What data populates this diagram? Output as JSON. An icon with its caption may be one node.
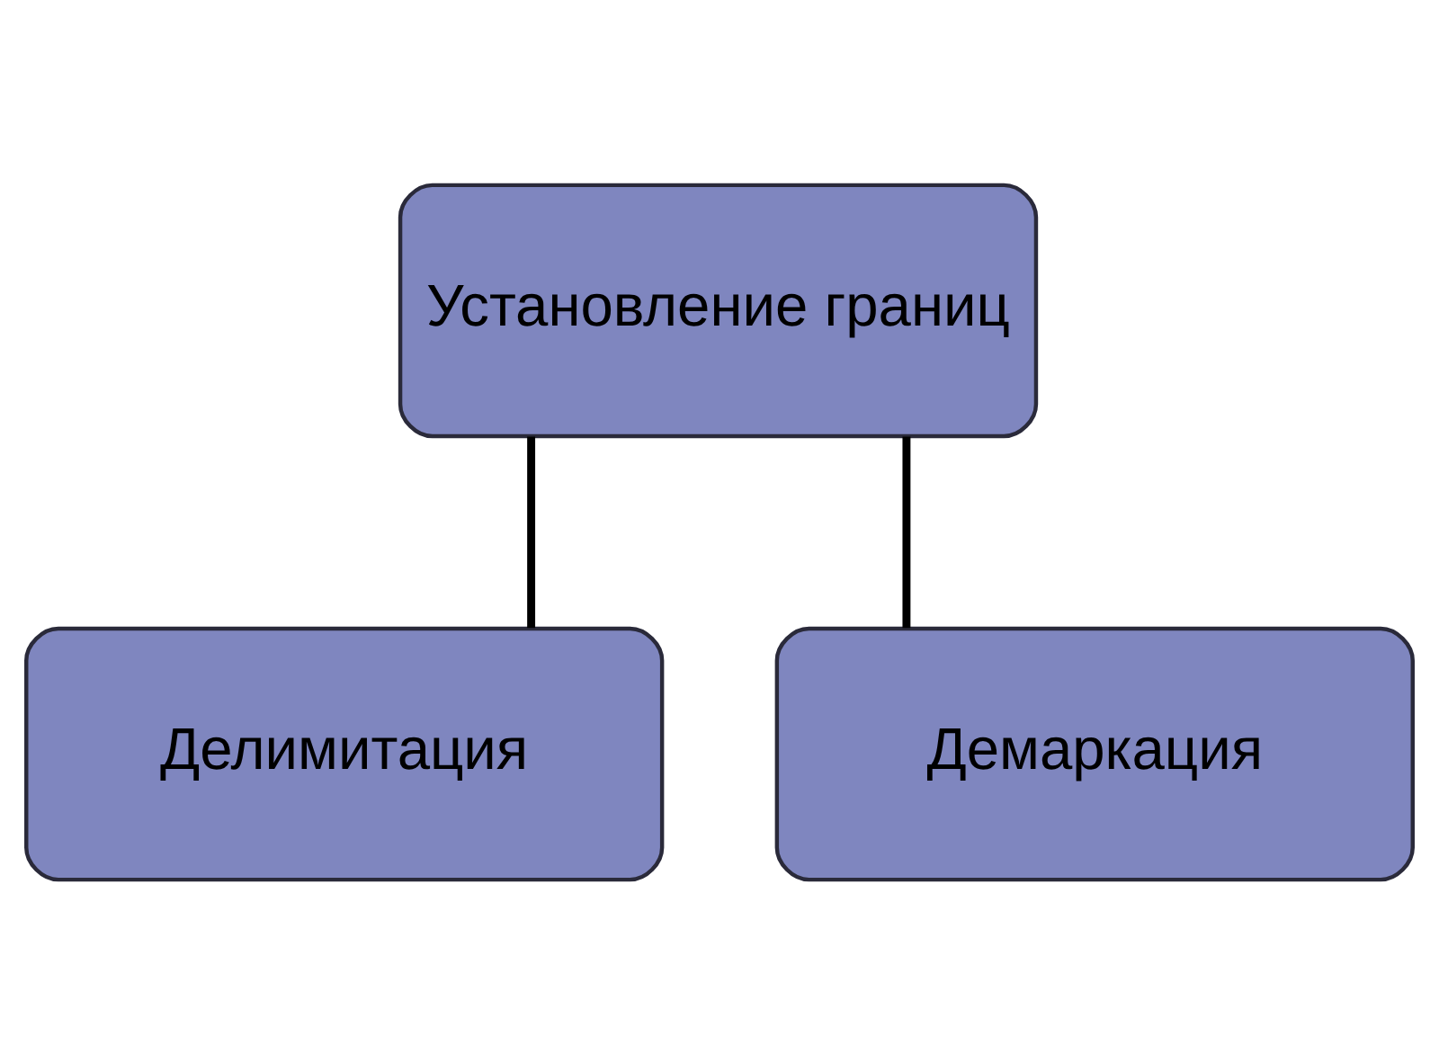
{
  "diagram": {
    "nodes": [
      {
        "text": [
          "Установление границ"
        ]
      },
      {
        "text": [
          "Делимитация"
        ]
      },
      {
        "text": [
          "Демаркация"
        ]
      }
    ],
    "edges": [
      {
        "from": 0,
        "to": 1,
        "arrow": "none"
      },
      {
        "from": 0,
        "to": 2,
        "arrow": "none"
      }
    ]
  }
}
